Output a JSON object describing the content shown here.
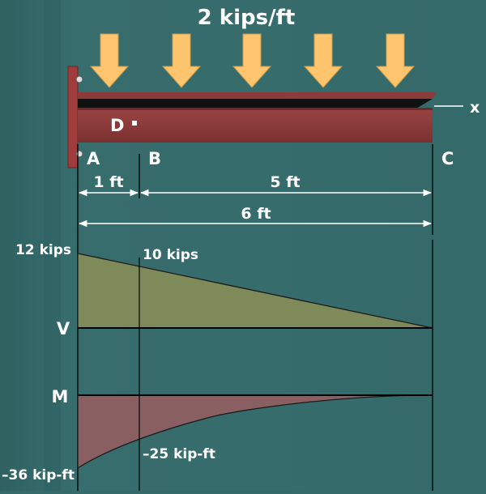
{
  "load": {
    "label": "2 kips/ft"
  },
  "beam": {
    "axis_label": "x",
    "point_labels": {
      "a": "A",
      "b": "B",
      "c": "C",
      "d": "D"
    }
  },
  "dimensions": {
    "ab": "1 ft",
    "bc": "5 ft",
    "ac": "6 ft"
  },
  "shear_diagram": {
    "axis_label": "V",
    "value_at_a": "12 kips",
    "value_at_b": "10 kips"
  },
  "moment_diagram": {
    "axis_label": "M",
    "value_at_a": "–36 kip-ft",
    "value_at_b": "–25 kip-ft"
  },
  "colors": {
    "background": "#356a6a",
    "beam": "#8c3a3a",
    "arrow": "#ffc56e",
    "shear_fill": "#7f8a5a",
    "moment_fill": "#8a5f62",
    "wall": "#a03c3c"
  }
}
